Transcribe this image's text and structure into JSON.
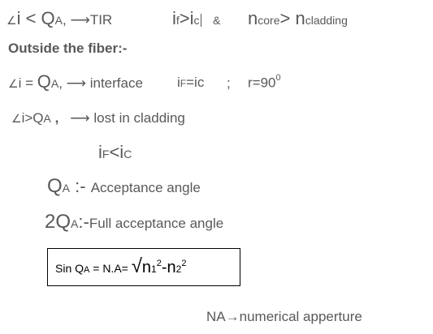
{
  "line1": {
    "angle_sym": "∠",
    "i": "i",
    "lt": " < ",
    "Q": "Q",
    "A": "A",
    "arrow_tir": ", ⟶TIR",
    "if_i": "i",
    "if_f": "f",
    "if_gt": ">i",
    "if_c": "c",
    "amp": "&",
    "n1": "n",
    "core": "core",
    "gt": "> ",
    "n2": "n",
    "cladding": "cladding"
  },
  "line2": {
    "text": "Outside the fiber:-"
  },
  "line3": {
    "angle_sym": "∠",
    "i_eq": "i = ",
    "Q": "Q",
    "A": "A",
    "arrow": ", ⟶ interface",
    "iF_i": "i",
    "iF_F": "F",
    "iF_eq": "=ic",
    "semi": ";",
    "r": "r=90",
    "deg": "0"
  },
  "line4": {
    "angle_sym": "∠",
    "i_gt": "i>Q",
    "A": "A",
    "comma": " ,",
    "arrow": "⟶ lost in cladding"
  },
  "line5": {
    "i1": "i",
    "F": "F",
    "lt": "<i",
    "C": "C"
  },
  "line6": {
    "Q": "Q",
    "A": "A",
    "colon": " :- ",
    "text": "Acceptance angle"
  },
  "line7": {
    "twoQ": "2Q",
    "A": "A",
    "colon": ":-",
    "text": "Full acceptance angle"
  },
  "formula": {
    "sin": "Sin ",
    "Q": "Q",
    "A": "A",
    "eq": " = N.A= ",
    "sqrt": "√",
    "n1": "n",
    "one": "1",
    "sq1": "2",
    "minus": "-n",
    "two": "2",
    "sq2": "2"
  },
  "footer": {
    "NA": "NA",
    "arrow_text": "→numerical apperture"
  }
}
